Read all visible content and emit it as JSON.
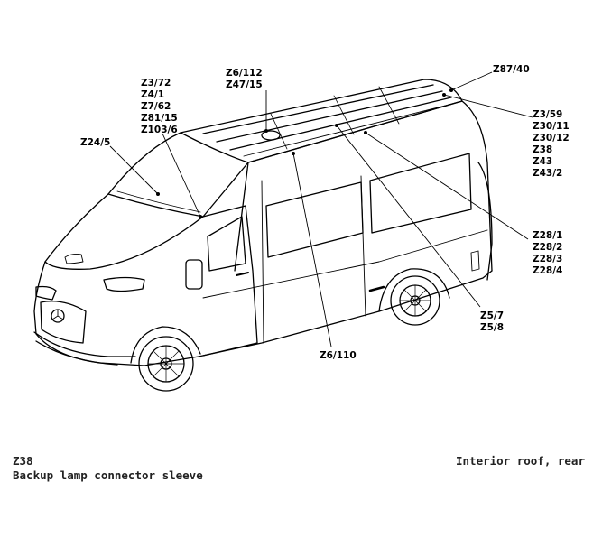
{
  "callouts": {
    "c1": [
      "Z3/72",
      "Z4/1",
      "Z7/62",
      "Z81/15",
      "Z103/6"
    ],
    "c2": [
      "Z6/112",
      "Z47/15"
    ],
    "c3": [
      "Z87/40"
    ],
    "c4": [
      "Z3/59",
      "Z30/11",
      "Z30/12",
      "Z38",
      "Z43",
      "Z43/2"
    ],
    "c5": [
      "Z24/5"
    ],
    "c6": [
      "Z28/1",
      "Z28/2",
      "Z28/3",
      "Z28/4"
    ],
    "c7": [
      "Z5/7",
      "Z5/8"
    ],
    "c8": [
      "Z6/110"
    ]
  },
  "caption": {
    "component_code": "Z38",
    "component_name": "Backup lamp connector sleeve",
    "location": "Interior roof, rear"
  }
}
